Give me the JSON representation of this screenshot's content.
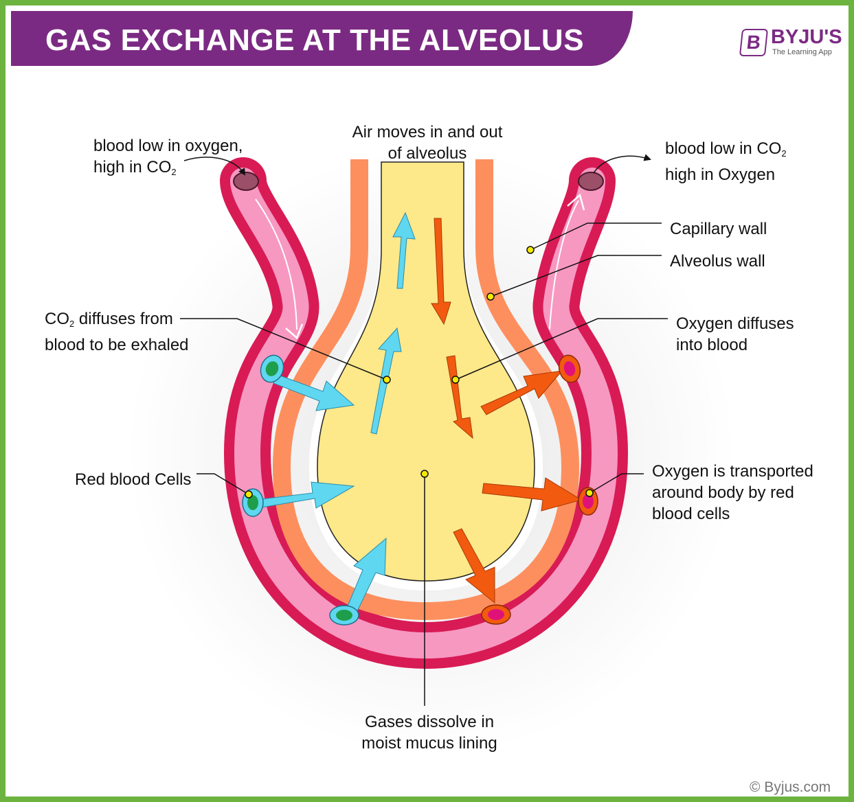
{
  "title": "GAS EXCHANGE AT THE ALVEOLUS",
  "logo": {
    "mark": "B",
    "brand": "BYJU'S",
    "tagline": "The Learning App"
  },
  "labels": {
    "air_moves": [
      "Air moves in and out",
      "of alveolus"
    ],
    "blood_in": {
      "line1": "blood low in oxygen,",
      "line2_prefix": "high in CO",
      "line2_sub": "2"
    },
    "blood_out": {
      "line1_prefix": "blood low in CO",
      "line1_sub": "2",
      "line2": "high in Oxygen"
    },
    "capillary_wall": "Capillary wall",
    "alveolus_wall": "Alveolus wall",
    "co2_diffuses": {
      "line1_prefix": "CO",
      "line1_sub": "2",
      "line1_suffix": " diffuses from",
      "line2": "blood to be exhaled"
    },
    "oxygen_diffuses": [
      "Oxygen diffuses",
      "into blood"
    ],
    "red_blood_cells": "Red blood Cells",
    "oxygen_transported": [
      "Oxygen is transported",
      "around body by red",
      "blood cells"
    ],
    "gases_dissolve": [
      "Gases dissolve in",
      "moist mucus lining"
    ]
  },
  "copyright": "© Byjus.com",
  "colors": {
    "frame_green": "#6cb33f",
    "title_purple": "#7b2a83",
    "capillary_wall_crimson": "#d81b55",
    "blood_pink": "#f798c1",
    "alveolus_wall_orange": "#fd8f5e",
    "air_yellow": "#fde88a",
    "co2_arrow_cyan": "#5fd7f0",
    "o2_arrow_orange": "#f25a0f",
    "pointer_yellow": "#f4ea00"
  }
}
